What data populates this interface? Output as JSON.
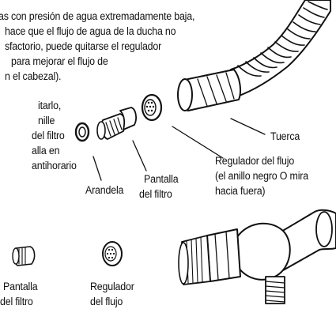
{
  "intro_lines": [
    "as con presión de agua extremadamente baja,",
    "hace que el flujo de agua de la ducha no",
    "sfactorio, puede quitarse el regulador",
    "para mejorar el flujo de",
    "n el cabezal)."
  ],
  "side_lines": [
    "itarlo,",
    "nille",
    "del filtro",
    "alla en",
    "antihorario"
  ],
  "callouts": {
    "tuerca": "Tuerca",
    "regulador": [
      "Regulador del flujo",
      "(el anillo negro O mira",
      "hacia fuera)"
    ],
    "arandela": "Arandela",
    "pantalla_top": [
      "Pantalla",
      "del filtro"
    ],
    "pantalla_bottom": [
      "Pantalla",
      "del filtro"
    ],
    "regulador_bottom": [
      "Regulador",
      "del flujo"
    ]
  }
}
